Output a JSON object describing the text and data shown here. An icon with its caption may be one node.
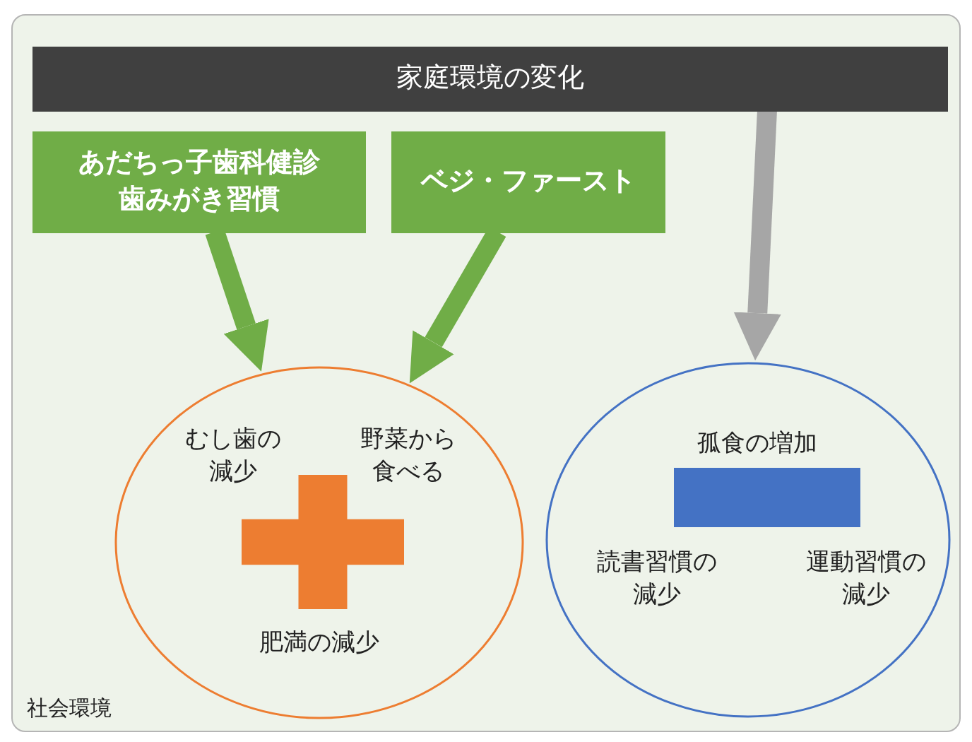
{
  "diagram": {
    "nodes": [
      {
        "text": [
          "社会環境"
        ]
      },
      {
        "text": [
          "家庭環境の変化"
        ],
        "in": 0
      },
      {
        "text": [
          "あだちっ子歯科健診歯みがき習慣"
        ],
        "in": 0
      },
      {
        "text": [
          "ベジ・ファースト"
        ],
        "in": 0
      },
      {
        "text": [],
        "shape": "circle",
        "in": 0
      },
      {
        "text": [
          "むし歯の減少"
        ],
        "in": 4
      },
      {
        "text": [
          "野菜から食べる"
        ],
        "in": 4
      },
      {
        "text": [],
        "shape": "cross",
        "in": 4
      },
      {
        "text": [
          "肥満の減少"
        ],
        "in": 4
      },
      {
        "text": [],
        "shape": "circle",
        "in": 0
      },
      {
        "text": [
          "孤食の増加"
        ],
        "in": 9
      },
      {
        "text": [],
        "shape": "bar",
        "in": 9
      },
      {
        "text": [
          "読書習慣の減少"
        ],
        "in": 9
      },
      {
        "text": [
          "運動習慣の減少"
        ],
        "in": 9
      }
    ],
    "edges": [
      {
        "from": 2,
        "to": 4,
        "arrow": "to",
        "color": "#70ad47"
      },
      {
        "from": 3,
        "to": 4,
        "arrow": "to",
        "color": "#70ad47"
      },
      {
        "from": 1,
        "to": 9,
        "arrow": "to",
        "color": "#a6a6a6"
      }
    ]
  }
}
